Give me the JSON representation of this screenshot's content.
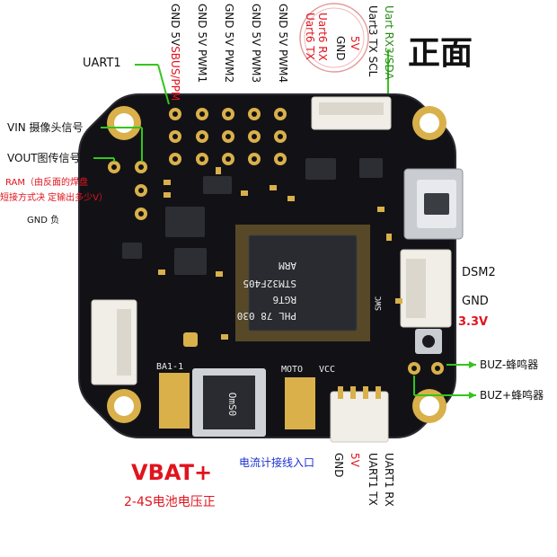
{
  "title": "正面",
  "labels": {
    "uart1": "UART1",
    "vin": "VIN 摄像头信号",
    "vout": "VOUT图传信号",
    "ram_line1": "RAM（由反面的焊盘",
    "ram_line2": "短接方式决 定输出多少V）",
    "gnd_neg": "GND 负",
    "dsm2": "DSM2",
    "gnd": "GND",
    "v33": "3.3V",
    "buz_neg": "BUZ-蜂鸣器",
    "buz_pos": "BUZ+蜂鸣器",
    "vbat": "VBAT+",
    "vbat_sub": "2-4S电池电压正",
    "current": "电流计接线入口"
  },
  "top_pins": {
    "col1_black": "GND 5V",
    "col1_red": "SBUS/PPM",
    "pwm1": "GND 5V PWM1",
    "pwm2": "GND 5V PWM2",
    "pwm3": "GND 5V PWM3",
    "pwm4": "GND 5V PWM4",
    "uart6_tx": "Uart6 TX",
    "uart6_rx": "Uart6 RX",
    "v5": "5V",
    "gnd": "GND",
    "uart3_tx": "Uart3 TX SCL",
    "uart3_rx": "Uart RX3/SDA"
  },
  "bottom_pins": {
    "gnd": "GND",
    "v5": "5V",
    "uart1_tx": "UART1 TX",
    "uart1_rx": "UART1 RX"
  },
  "silkscreen": {
    "chip1": "ARM",
    "chip2": "STM32F405",
    "chip3": "RGT6",
    "chip4": "PHL 78 030",
    "ba": "BA1-1",
    "moto": "MOTO",
    "vcc": "VCC",
    "inductor": "OmS0",
    "swc": "SWC"
  },
  "colors": {
    "board": "#121216",
    "gold": "#d9b04a",
    "label_red": "#e0141e",
    "label_green": "#2a8a1a",
    "label_blue": "#1a2fd0",
    "pointer": "#34c51c"
  }
}
